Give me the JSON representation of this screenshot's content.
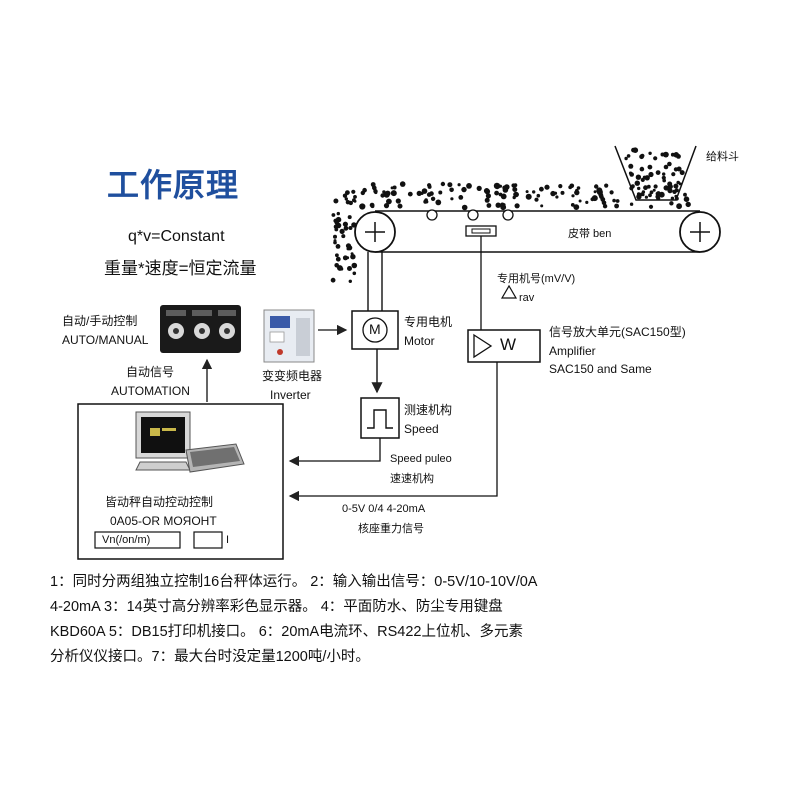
{
  "title": "工作原理",
  "formula": "q*v=Constant",
  "formula_cn": "重量*速度=恒定流量",
  "labels": {
    "hopper": "给料斗",
    "belt": "皮带 ben",
    "sensor_cn": "专用机号(mV/V)",
    "sensor_sym": "△ rav",
    "amp_cn": "信号放大单元(SAC150型)",
    "amp_en1": "Amplifier",
    "amp_en2": "SAC150 and Same",
    "amp_symbol": "W",
    "motor_cn": "专用电机",
    "motor_en": "Motor",
    "motor_symbol": "M",
    "speed_cn": "测速机构",
    "speed_en": "Speed",
    "speed_pulse": "Speed puleo",
    "speed_pulse_cn": "速速机构",
    "signal_range": "0-5V 0/4 4-20mA",
    "signal_cn": "核座重力信号",
    "auto_manual_cn": "自动/手动控制",
    "auto_manual_en": "AUTO/MANUAL",
    "automation_cn": "自动信号",
    "automation_en": "AUTOMATION",
    "inverter_cn": "变变频电器",
    "inverter_en": "Inverter",
    "computer_cn": "皆动秤自动控动控制",
    "computer_en": "0A05-OR MOЯOHT",
    "computer_field1": "Vn(/on/m)",
    "computer_field2": "I"
  },
  "notes": [
    "1：同时分两组独立控制16台秤体运行。 2：输入输出信号：0-5V/10-10V/0A",
    "4-20mA 3：14英寸高分辨率彩色显示器。    4：平面防水、防尘专用键盘",
    "KBD60A  5：DB15打印机接口。  6：20mA电流环、RS422上位机、多元素",
    "分析仪仪接口。7：最大台时没定量1200吨/小时。"
  ]
}
